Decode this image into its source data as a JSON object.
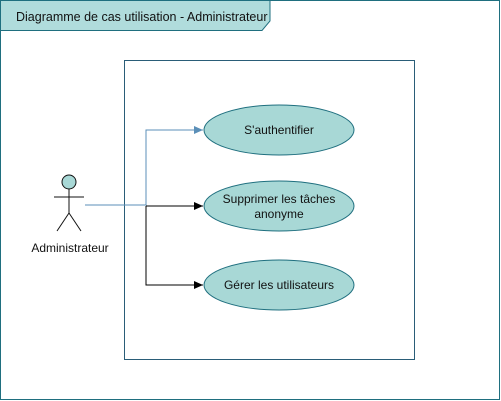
{
  "diagram": {
    "frame_title": "Diagramme de cas utilisation - Administrateur",
    "actor": {
      "label": "Administrateur"
    },
    "use_cases": [
      {
        "id": "uc1",
        "lines": [
          "S'authentifier"
        ]
      },
      {
        "id": "uc2",
        "lines": [
          "Supprimer les tâches",
          "anonyme"
        ]
      },
      {
        "id": "uc3",
        "lines": [
          "Gérer les utilisateurs"
        ]
      }
    ]
  },
  "colors": {
    "frame_fill": "#b0dcdc",
    "frame_stroke": "#1f6f7f",
    "actor_fill": "#a8d8d6",
    "use_case_fill": "#a8d8d6",
    "boundary_stroke": "#2a5d78",
    "line_blue": "#5b8fb8",
    "line_black": "#000000"
  }
}
